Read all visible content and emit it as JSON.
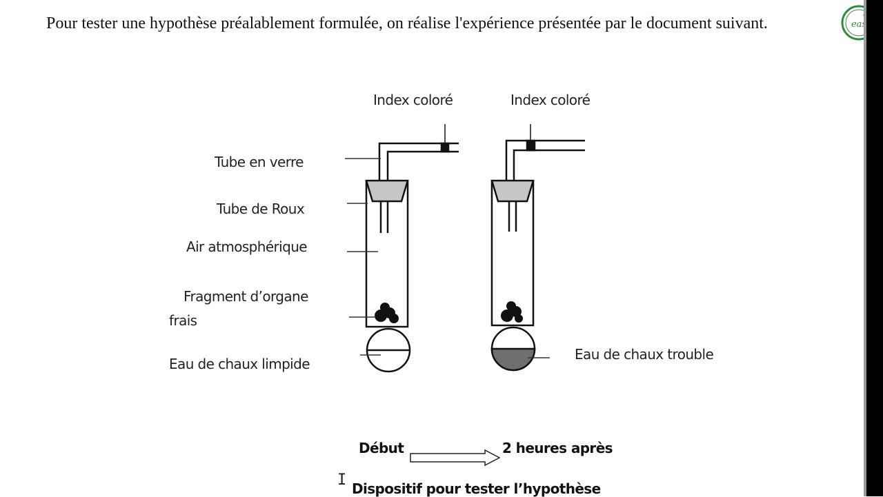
{
  "document": {
    "intro_text": "Pour tester une hypothèse préalablement formulée, on réalise l'expérience présentée par le document suivant."
  },
  "logo": {
    "text": "eas"
  },
  "diagram": {
    "labels": {
      "index_left": "Index  coloré",
      "index_right": "Index coloré",
      "tube_verre": "Tube en verre",
      "tube_roux": "Tube de Roux",
      "air": "Air atmosphérique",
      "fragment_line1": "Fragment d’organe",
      "fragment_line2": "frais",
      "eau_limpide": "Eau de chaux limpide",
      "eau_trouble": "Eau de chaux trouble"
    },
    "caption": {
      "start": "Début",
      "end": "2 heures après",
      "title": "Dispositif pour tester l’hypothèse"
    }
  },
  "colors": {
    "stopper": "#c6c6c6",
    "trouble_water": "#6f6f6f",
    "logo_green": "#2e8b3a",
    "logo_red": "#c62828"
  }
}
